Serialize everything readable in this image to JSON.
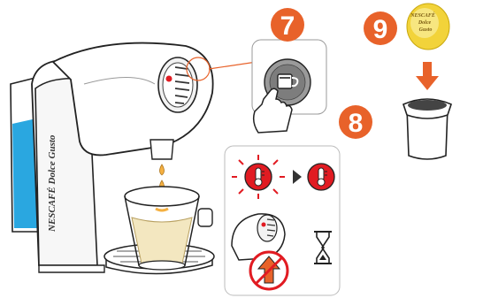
{
  "steps": [
    {
      "number": "7"
    },
    {
      "number": "8"
    },
    {
      "number": "9"
    }
  ],
  "machine": {
    "brand": "NESCAFÉ Dolce Gusto"
  },
  "capsule": {
    "brand_line1": "NESCAFÉ",
    "brand_line2": "Dolce",
    "brand_line3": "Gusto"
  },
  "colors": {
    "badge": "#e8622a",
    "alert": "#e11b22",
    "water": "#2aa7e0",
    "coffee_drop": "#f5b041",
    "milk": "#f3e7c0",
    "capsule": "#f2d33a"
  },
  "icons": [
    "cup-brew-icon",
    "hand-pointer-icon",
    "thermometer-icon",
    "play-arrow-icon",
    "hourglass-icon",
    "up-arrow-icon",
    "down-arrow-icon"
  ]
}
